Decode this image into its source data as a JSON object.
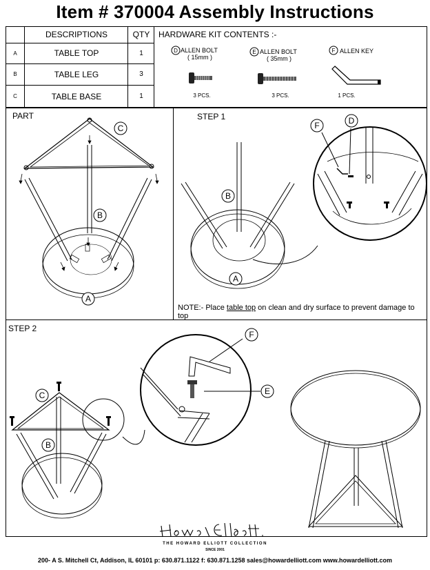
{
  "title": "Item # 370004 Assembly Instructions",
  "parts_table": {
    "header_desc": "DESCRIPTIONS",
    "header_qty": "QTY",
    "rows": [
      {
        "letter": "A",
        "desc": "TABLE TOP",
        "qty": "1"
      },
      {
        "letter": "B",
        "desc": "TABLE LEG",
        "qty": "3"
      },
      {
        "letter": "C",
        "desc": "TABLE BASE",
        "qty": "1"
      }
    ]
  },
  "hardware": {
    "heading": "HARDWARE KIT CONTENTS :-",
    "items": [
      {
        "letter": "D",
        "name": "ALLEN BOLT",
        "size": "( 15mm )",
        "pcs": "3 PCS."
      },
      {
        "letter": "E",
        "name": "ALLEN BOLT",
        "size": "( 35mm )",
        "pcs": "3 PCS."
      },
      {
        "letter": "F",
        "name": "ALLEN KEY",
        "size": "",
        "pcs": "1 PCS."
      }
    ]
  },
  "sections": {
    "part": "PART",
    "step1": "STEP 1",
    "step2": "STEP 2"
  },
  "callouts": {
    "a": "A",
    "b": "B",
    "c": "C",
    "d": "D",
    "e": "E",
    "f": "F"
  },
  "note": {
    "prefix": "NOTE:- Place ",
    "link": "table top",
    "suffix": " on clean and dry surface to prevent damage to top"
  },
  "brand": {
    "signature": "Howard Elliott",
    "collection": "THE HOWARD ELLIOTT COLLECTION",
    "since": "SINCE 2001"
  },
  "footer": "200- A S. Mitchell Ct, Addison, IL 60101 p: 630.871.1122  f: 630.871.1258 sales@howardelliott.com  www.howardelliott.com"
}
